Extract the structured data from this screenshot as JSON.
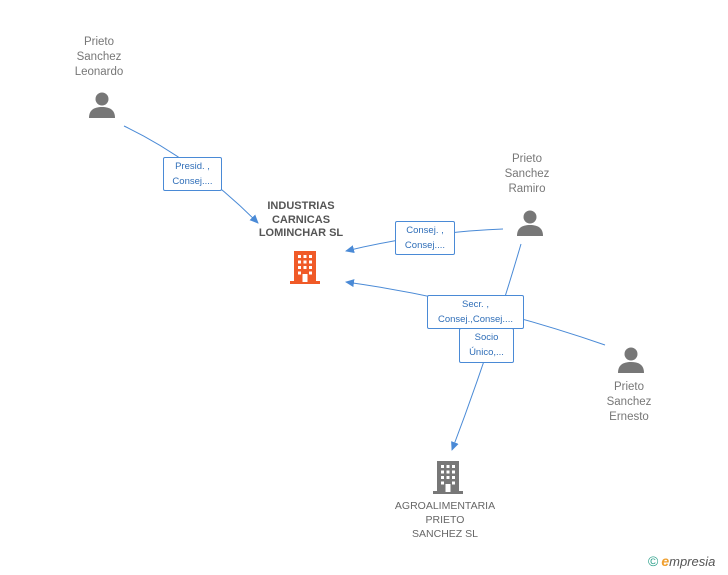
{
  "nodes": {
    "leonardo": {
      "type": "person",
      "lines": [
        "Prieto",
        "Sanchez",
        "Leonardo"
      ]
    },
    "ramiro": {
      "type": "person",
      "lines": [
        "Prieto",
        "Sanchez",
        "Ramiro"
      ]
    },
    "ernesto": {
      "type": "person",
      "lines": [
        "Prieto",
        "Sanchez",
        "Ernesto"
      ]
    },
    "lominchar": {
      "type": "company",
      "highlight": true,
      "lines": [
        "INDUSTRIAS",
        "CARNICAS",
        "LOMINCHAR SL"
      ]
    },
    "agroalimentaria": {
      "type": "company",
      "highlight": false,
      "lines": [
        "AGROALIMENTARIA",
        "PRIETO",
        "SANCHEZ SL"
      ]
    }
  },
  "relations": [
    {
      "from": "leonardo",
      "to": "lominchar",
      "label": [
        "Presid. ,",
        "Consej...."
      ]
    },
    {
      "from": "ramiro",
      "to": "lominchar",
      "label": [
        "Consej. ,",
        "Consej...."
      ]
    },
    {
      "from": "ernesto",
      "to": "lominchar",
      "label": [
        "Secr. ,",
        "Consej.,Consej...."
      ]
    },
    {
      "from": "ramiro",
      "to": "agroalimentaria",
      "label": [
        "Socio",
        "Único,..."
      ]
    }
  ],
  "colors": {
    "edge": "#4a8ad6",
    "person_icon": "#777777",
    "company_highlight": "#f05a28",
    "company_default": "#777777"
  },
  "icons": {
    "person": "person-icon",
    "company": "building-icon"
  },
  "brand": {
    "copyright": "©",
    "e": "e",
    "rest": "mpresia"
  }
}
